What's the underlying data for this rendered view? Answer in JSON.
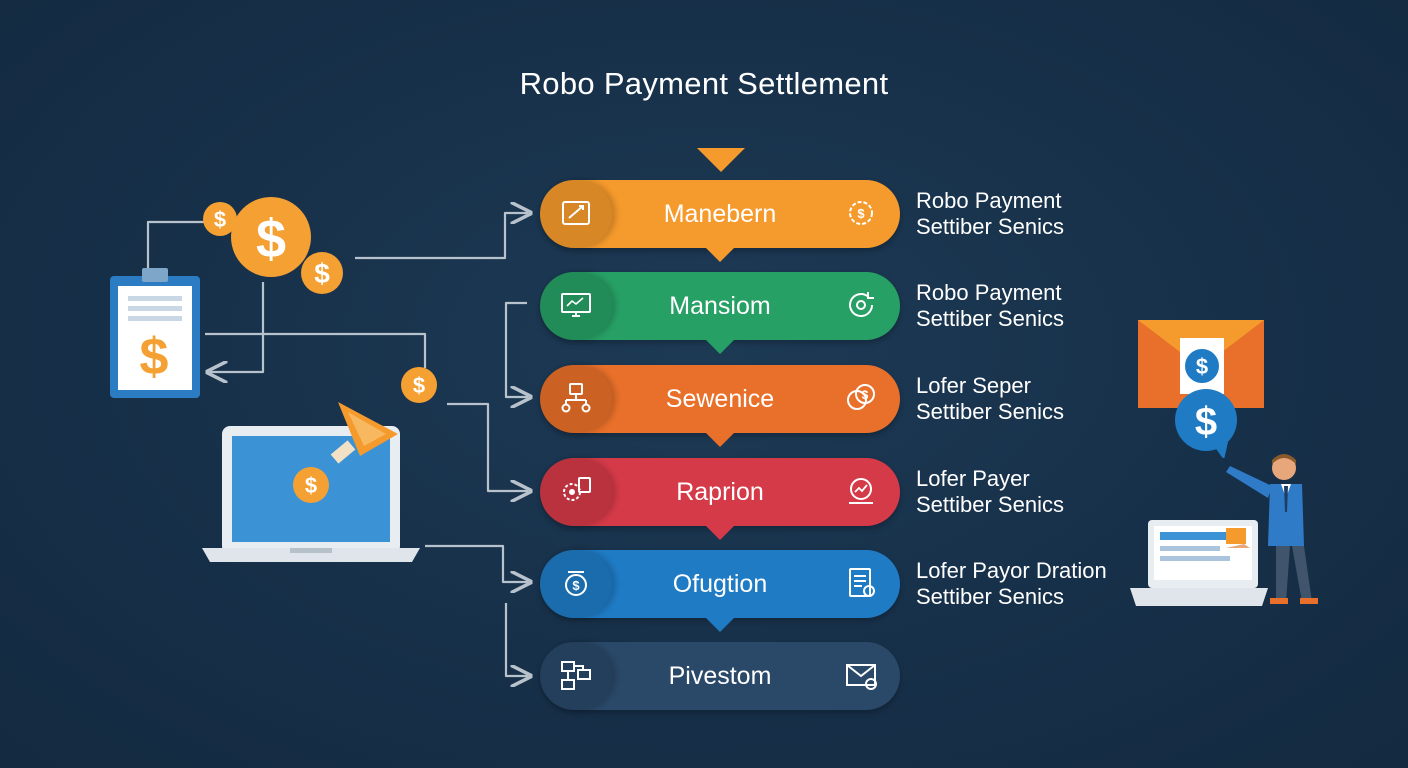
{
  "title": "Robo Payment Settlement",
  "colors": {
    "background": "#173049",
    "orange": "#f59a2c",
    "green": "#27a065",
    "dark_orange": "#e8702a",
    "red": "#d53a48",
    "blue": "#1f7bc4",
    "navy": "#2a4868",
    "connector": "#b8c2cc",
    "coin": "#f5a032"
  },
  "steps": [
    {
      "label": "Manebern",
      "color": "#f59a2c",
      "left_icon": "tools-icon",
      "right_icon": "gear-dollar-icon",
      "desc": [
        "Robo Payment",
        "Settiber Senics"
      ]
    },
    {
      "label": "Mansiom",
      "color": "#27a065",
      "left_icon": "monitor-icon",
      "right_icon": "cycle-icon",
      "desc": [
        "Robo Payment",
        "Settiber Senics"
      ]
    },
    {
      "label": "Sewenice",
      "color": "#e8702a",
      "left_icon": "network-icon",
      "right_icon": "coins-icon",
      "desc": [
        "Lofer Seper",
        "Settiber Senics"
      ]
    },
    {
      "label": "Raprion",
      "color": "#d53a48",
      "left_icon": "gears-icon",
      "right_icon": "chart-icon",
      "desc": [
        "Lofer Payer",
        "Settiber Senics"
      ]
    },
    {
      "label": "Ofugtion",
      "color": "#1f7bc4",
      "left_icon": "dollar-drop-icon",
      "right_icon": "document-icon",
      "desc": [
        "Lofer Payor Dration",
        "Settiber Senics"
      ]
    },
    {
      "label": "Pivestom",
      "color": "#2a4868",
      "left_icon": "flowchart-icon",
      "right_icon": "mail-icon",
      "desc": []
    }
  ],
  "coin_symbol": "$"
}
